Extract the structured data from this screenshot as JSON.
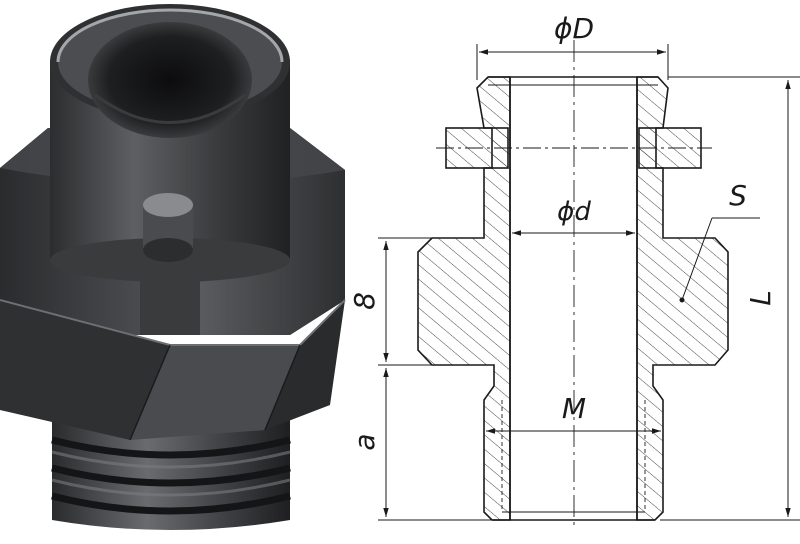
{
  "labels": {
    "outer_diameter": "ϕD",
    "inner_diameter": "ϕd",
    "hex_size": "S",
    "hex_height": "8",
    "thread_length": "a",
    "total_length": "L",
    "thread": "M"
  },
  "colors": {
    "line": "#1a1a1a",
    "hatch": "#333333",
    "render_body": "#3d3e40",
    "render_highlight": "#8a8b8e",
    "render_shadow": "#1c1d1f"
  }
}
